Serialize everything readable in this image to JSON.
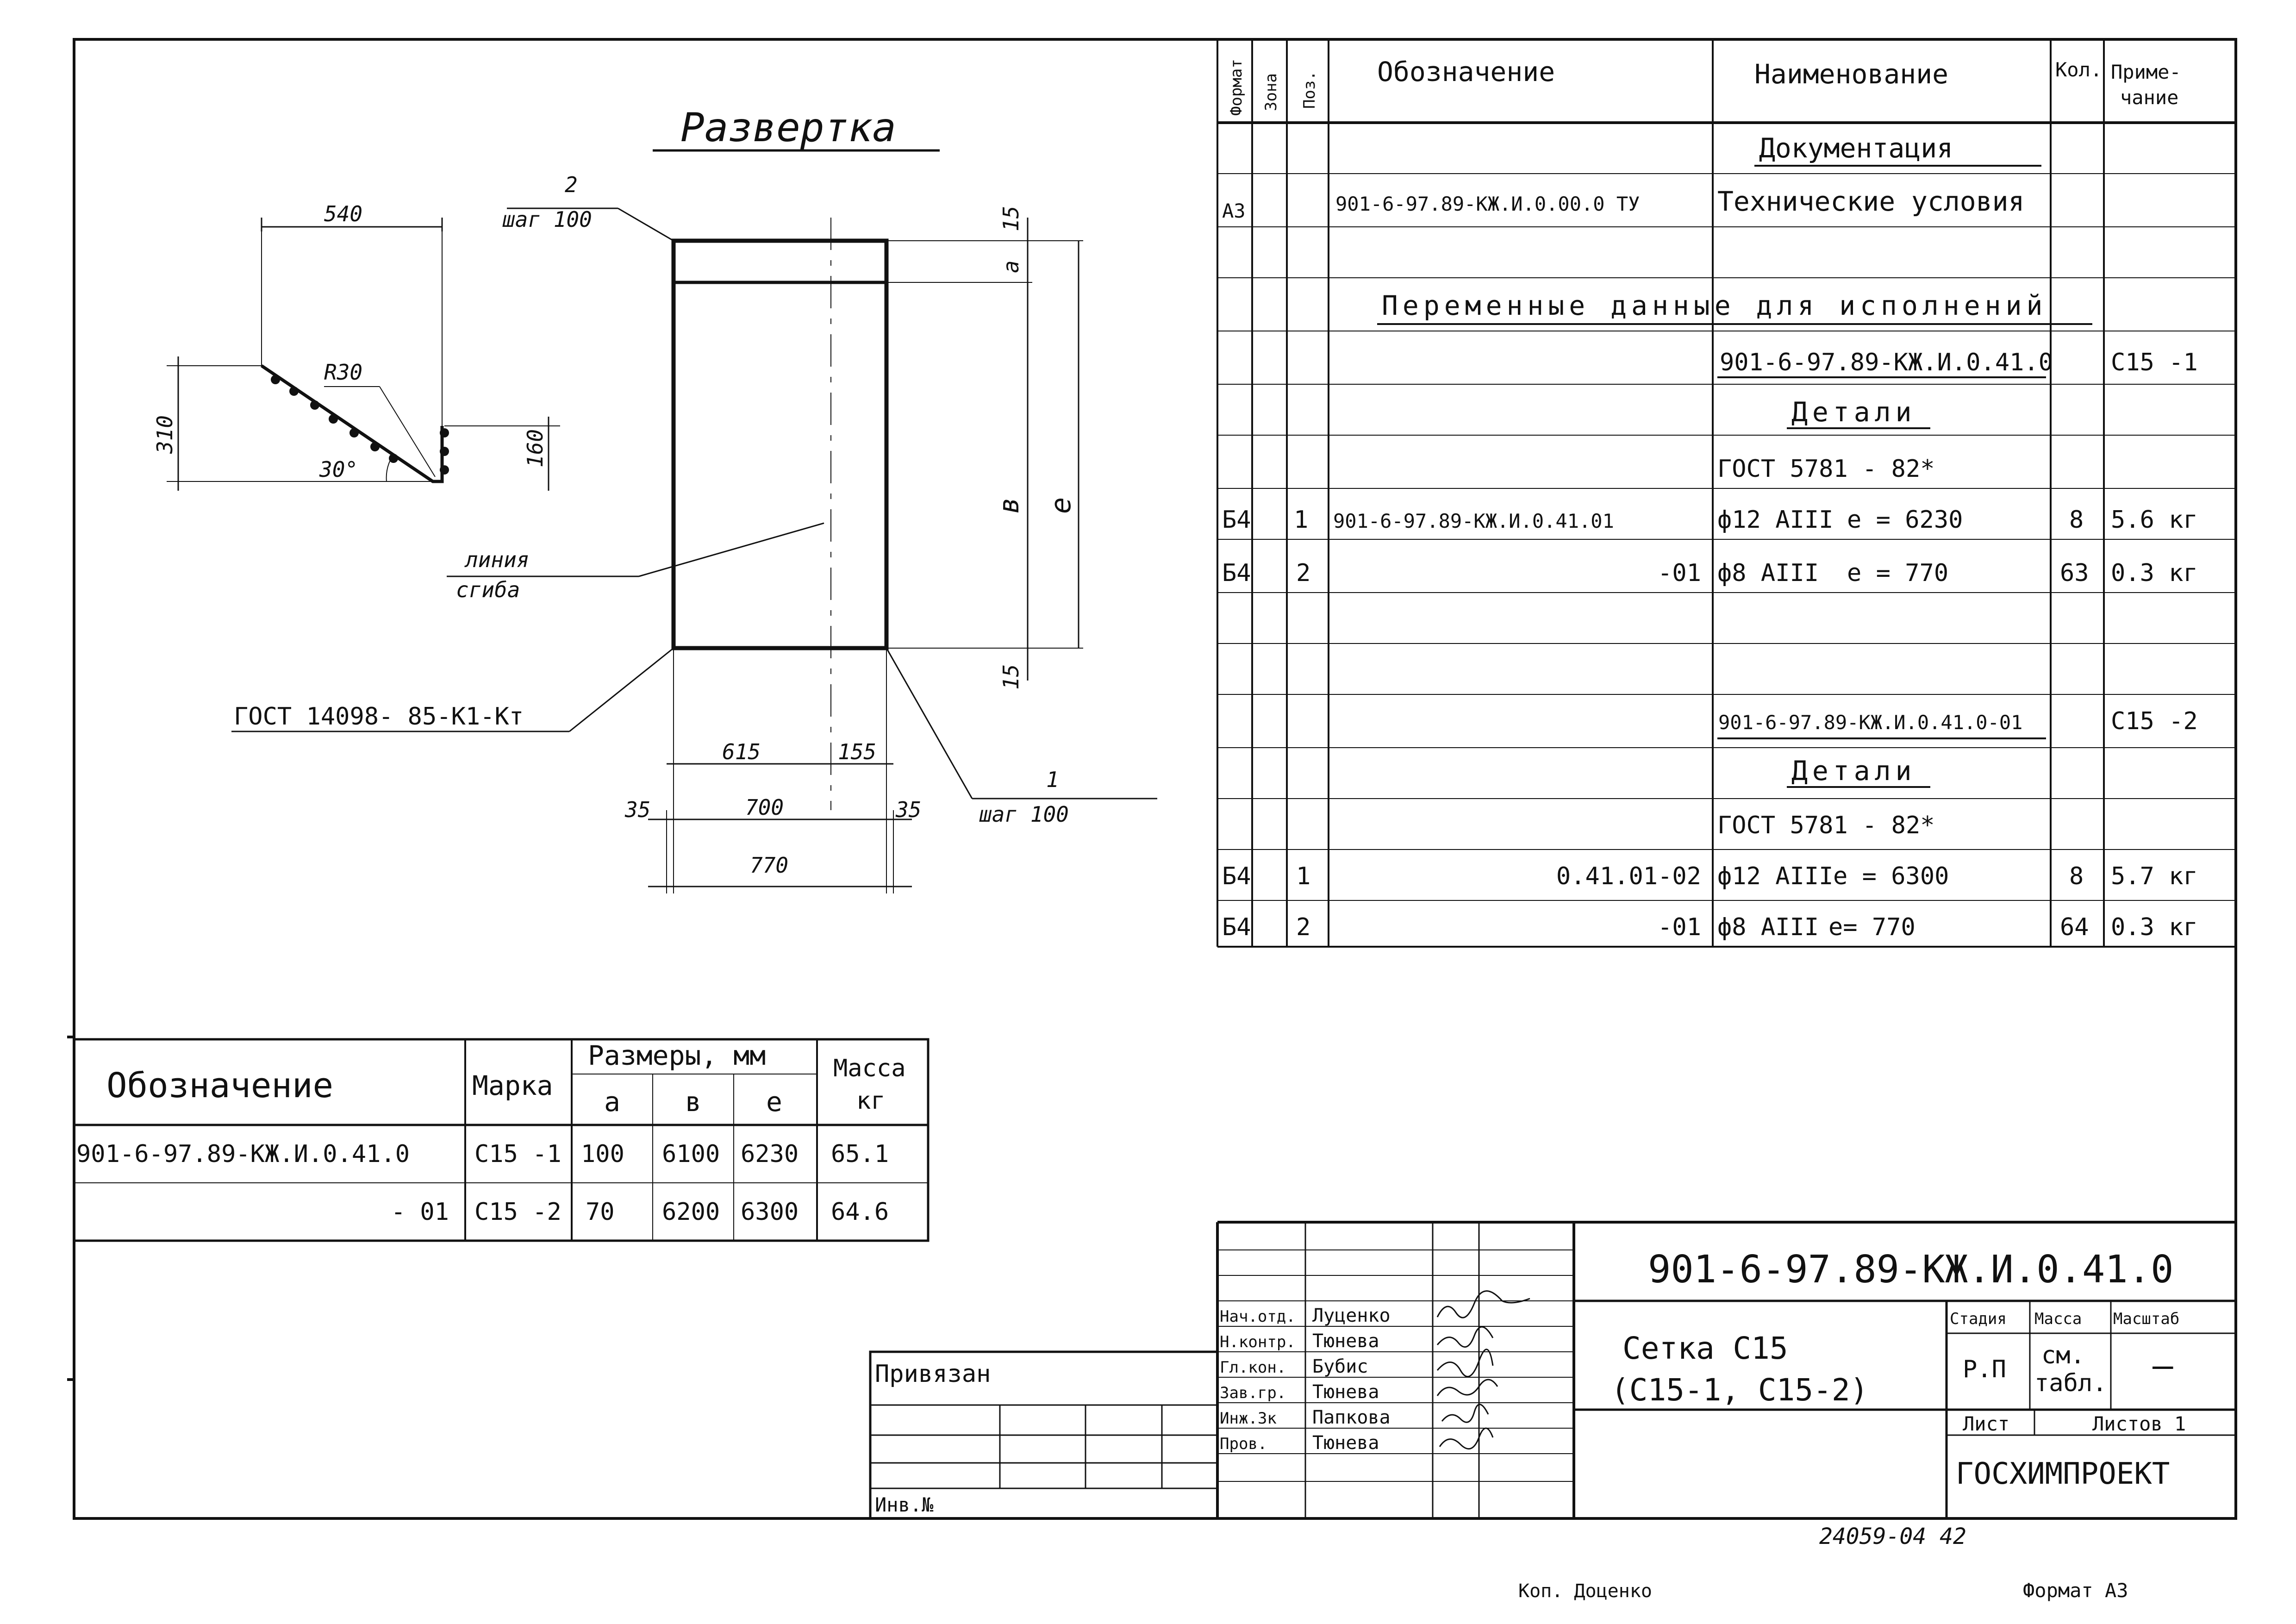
{
  "drawing": {
    "title": "Развертка",
    "dims": {
      "d540": "540",
      "r30": "R30",
      "d310": "310",
      "d160": "160",
      "a30": "30°",
      "d15a": "15",
      "da": "a",
      "db": "в",
      "de": "е",
      "d15b": "15",
      "d615": "615",
      "d155": "155",
      "d35a": "35",
      "d700": "700",
      "d35b": "35",
      "d770": "770"
    },
    "callouts": {
      "pos2_num": "2",
      "pos2_step": "шаг 100",
      "pos1_num": "1",
      "pos1_step": "шаг 100",
      "bend_line_1": "линия",
      "bend_line_2": "сгиба",
      "gost_weld": "ГОСТ 14098- 85-К1-Кт"
    }
  },
  "spec": {
    "headers": {
      "format": "Формат",
      "zone": "Зона",
      "pos": "Поз.",
      "designation": "Обозначение",
      "name": "Наименование",
      "qty": "Кол.",
      "note_1": "Приме-",
      "note_2": "чание"
    },
    "rows": [
      {
        "format": "",
        "zone": "",
        "pos": "",
        "designation": "",
        "name": "Документация",
        "qty": "",
        "note": ""
      },
      {
        "format": "А3",
        "zone": "",
        "pos": "",
        "designation": "901-6-97.89-КЖ.И.0.00.0 ТУ",
        "name": "Технические условия",
        "qty": "",
        "note": ""
      },
      {
        "format": "",
        "zone": "",
        "pos": "",
        "designation": "",
        "name": "",
        "qty": "",
        "note": ""
      },
      {
        "format": "",
        "zone": "",
        "pos": "",
        "designation": "",
        "name": "Переменные данные для исполнений",
        "qty": "",
        "note": ""
      },
      {
        "format": "",
        "zone": "",
        "pos": "",
        "designation": "",
        "name": "901-6-97.89-КЖ.И.0.41.0",
        "qty": "",
        "note": "С15 -1"
      },
      {
        "format": "",
        "zone": "",
        "pos": "",
        "designation": "",
        "name": "Детали",
        "qty": "",
        "note": ""
      },
      {
        "format": "",
        "zone": "",
        "pos": "",
        "designation": "",
        "name": "ГОСТ 5781 - 82*",
        "qty": "",
        "note": ""
      },
      {
        "format": "Б4",
        "zone": "",
        "pos": "1",
        "designation": "901-6-97.89-КЖ.И.0.41.01",
        "name": "ф12 АIII",
        "length": "е = 6230",
        "qty": "8",
        "note": "5.6 кг"
      },
      {
        "format": "Б4",
        "zone": "",
        "pos": "2",
        "designation": "-01",
        "name": "ф8 АIII",
        "length": "е = 770",
        "qty": "63",
        "note": "0.3 кг"
      },
      {
        "format": "",
        "zone": "",
        "pos": "",
        "designation": "",
        "name": "",
        "qty": "",
        "note": ""
      },
      {
        "format": "",
        "zone": "",
        "pos": "",
        "designation": "",
        "name": "901-6-97.89-КЖ.И.0.41.0-01",
        "qty": "",
        "note": "С15 -2"
      },
      {
        "format": "",
        "zone": "",
        "pos": "",
        "designation": "",
        "name": "Детали",
        "qty": "",
        "note": ""
      },
      {
        "format": "",
        "zone": "",
        "pos": "",
        "designation": "",
        "name": "ГОСТ 5781 - 82*",
        "qty": "",
        "note": ""
      },
      {
        "format": "Б4",
        "zone": "",
        "pos": "1",
        "designation": "0.41.01-02",
        "name": "ф12 АIII",
        "length": "е = 6300",
        "qty": "8",
        "note": "5.7 кг"
      },
      {
        "format": "Б4",
        "zone": "",
        "pos": "2",
        "designation": "-01",
        "name": "ф8 АIII",
        "length": "е= 770",
        "qty": "64",
        "note": "0.3 кг"
      }
    ]
  },
  "sizes": {
    "headers": {
      "designation": "Обозначение",
      "mark": "Марка",
      "sizes": "Размеры, мм",
      "a": "а",
      "b": "в",
      "e": "е",
      "mass_1": "Масса",
      "mass_2": "кг"
    },
    "rows": [
      {
        "designation": "901-6-97.89-КЖ.И.0.41.0",
        "mark": "С15 -1",
        "a": "100",
        "b": "6100",
        "e": "6230",
        "mass": "65.1"
      },
      {
        "designation": "- 01",
        "mark": "С15 -2",
        "a": "70",
        "b": "6200",
        "e": "6300",
        "mass": "64.6"
      }
    ]
  },
  "titleblock": {
    "doc_code": "901-6-97.89-КЖ.И.0.41.0",
    "title_1": "Сетка С15",
    "title_2": "(С15-1, С15-2)",
    "stage_label": "Стадия",
    "mass_label": "Масса",
    "scale_label": "Масштаб",
    "stage": "Р.П",
    "mass_1": "см.",
    "mass_2": "табл.",
    "scale": "—",
    "sheet_label": "Лист",
    "sheets_label": "Листов 1",
    "org": "ГОСХИМПРОЕКТ",
    "roles": [
      "Нач.отд.",
      "Н.контр.",
      "Гл.кон.",
      "Зав.гр.",
      "Инж.3к",
      "Пров."
    ],
    "names": [
      "Луценко",
      "Тюнева",
      "Бубис",
      "Тюнева",
      "Папкова",
      "Тюнева"
    ],
    "privyazan": "Привязан",
    "inv": "Инв.№"
  },
  "footer": {
    "ref": "24059-04  42",
    "copied": "Коп. Доценко",
    "format": "Формат А3"
  }
}
